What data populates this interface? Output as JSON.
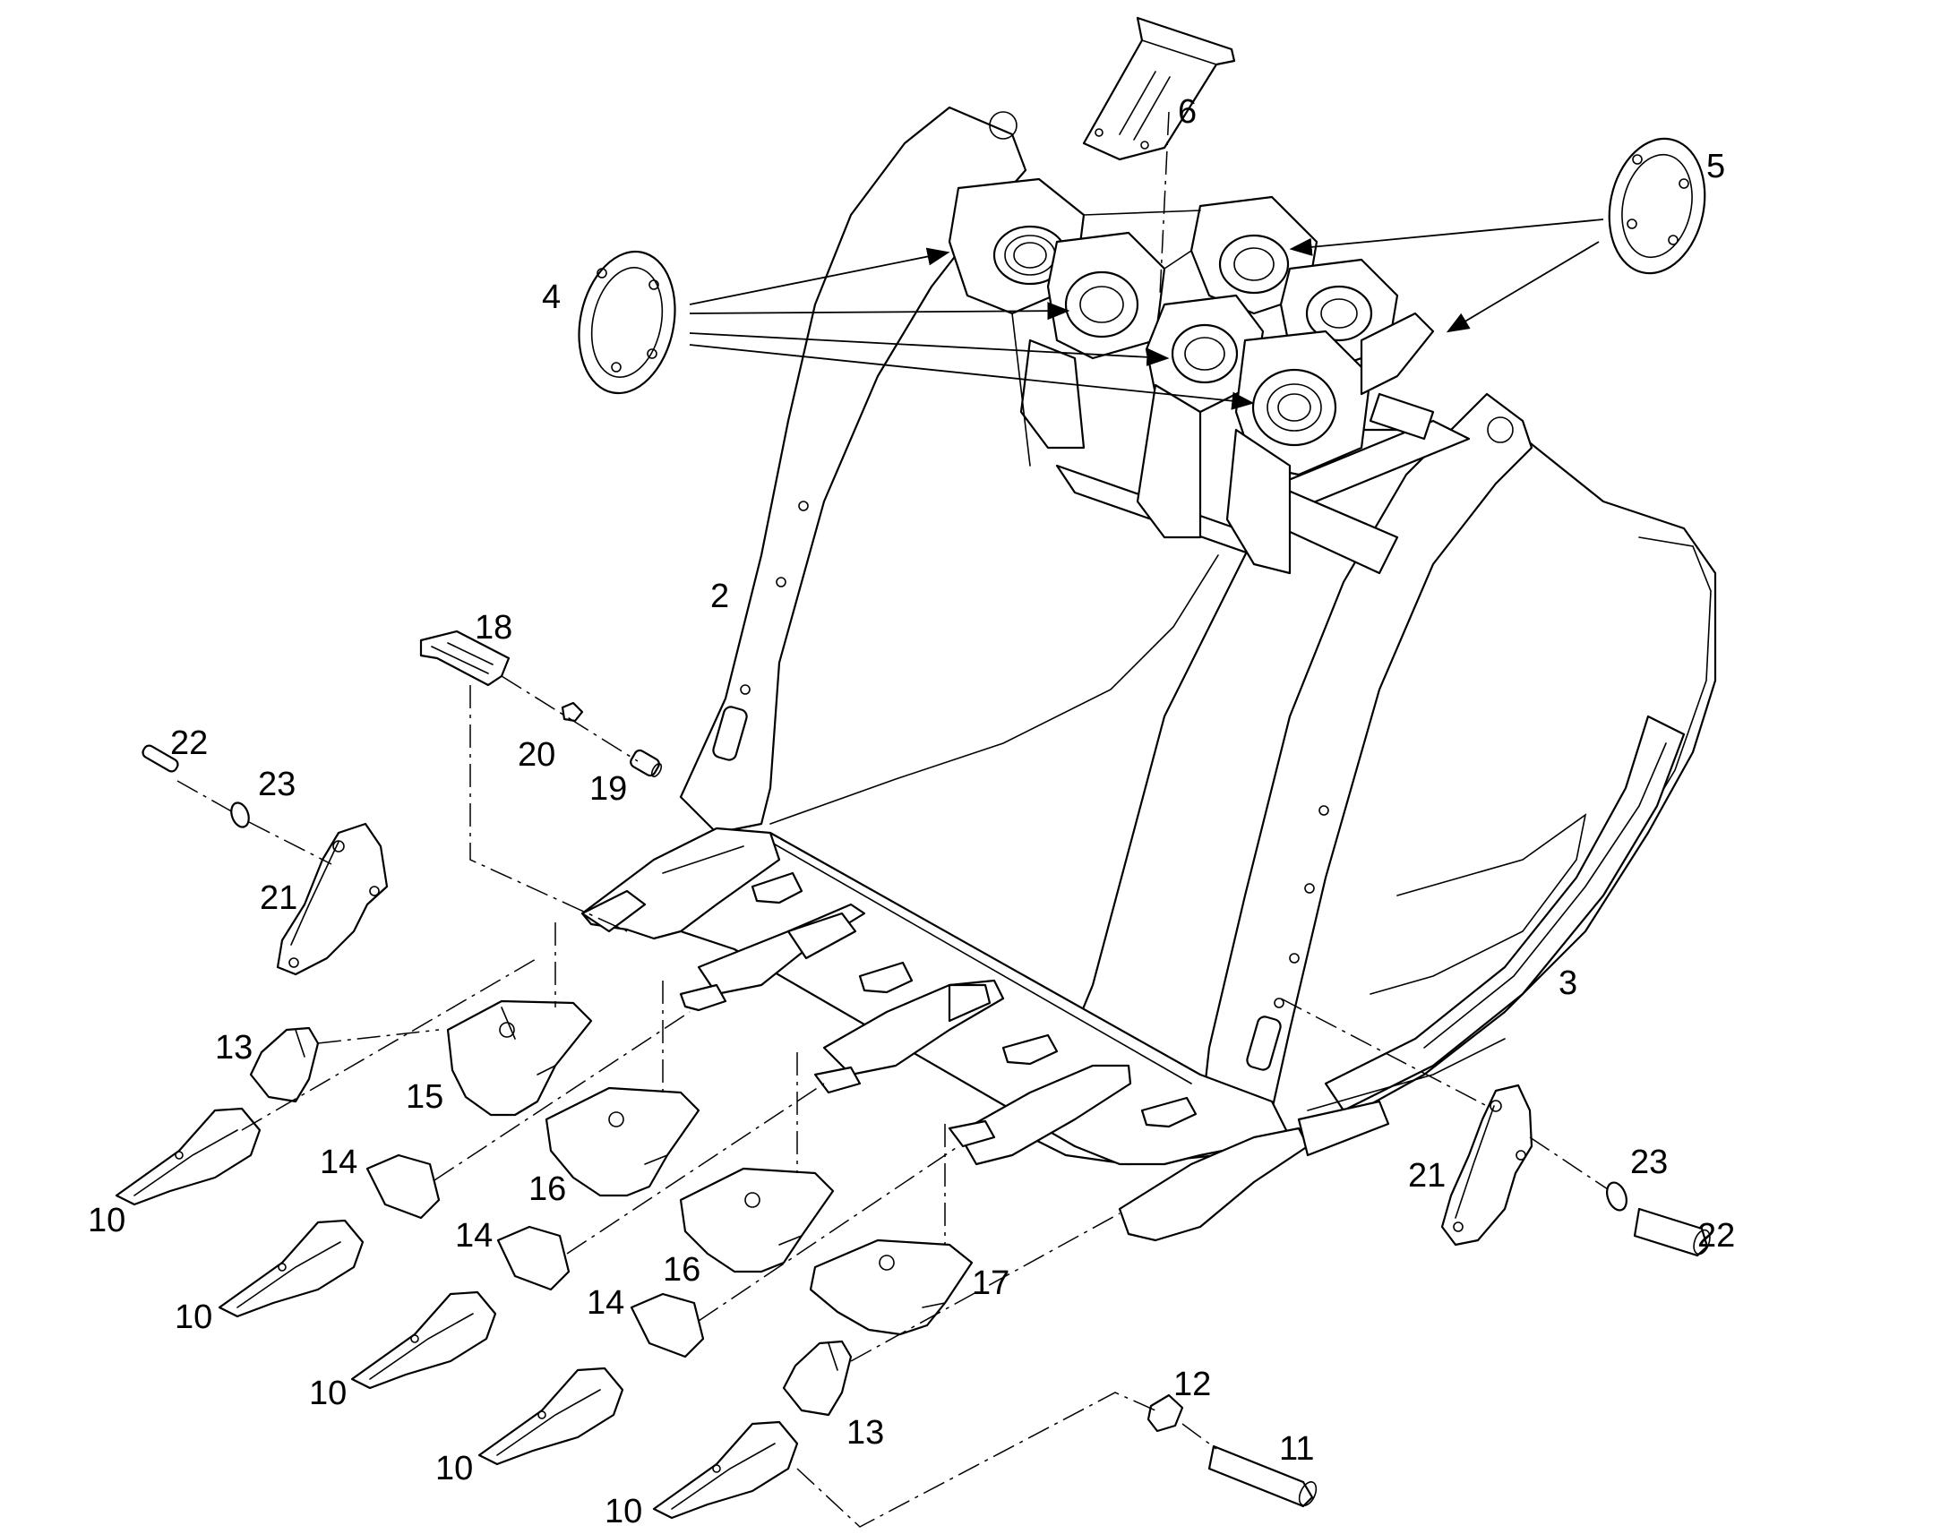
{
  "diagram": {
    "callouts": [
      "2",
      "3",
      "4",
      "5",
      "6",
      "10",
      "11",
      "12",
      "13",
      "14",
      "15",
      "16",
      "17",
      "18",
      "19",
      "20",
      "21",
      "22",
      "23"
    ]
  }
}
